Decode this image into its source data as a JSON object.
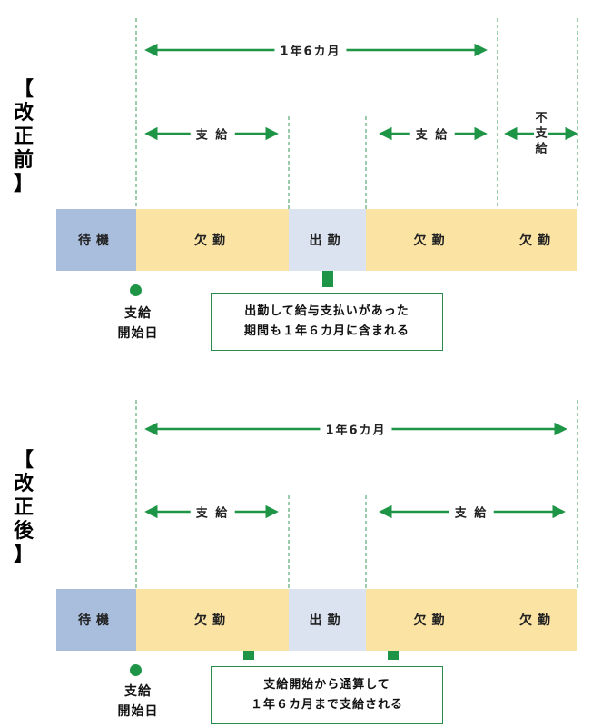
{
  "colors": {
    "green": "#1e9546",
    "taiki": "#a9bedd",
    "kekkin": "#fbe3a3",
    "shukkin": "#dbe3f1"
  },
  "before": {
    "label": [
      "【",
      "改",
      "正",
      "前",
      "】"
    ],
    "period_label": "1年6カ月",
    "pay_label_1": "支 給",
    "pay_label_2": "支 給",
    "nopay_label": [
      "不",
      "支",
      "給"
    ],
    "bars": {
      "taiki": "待機",
      "kekkin1": "欠勤",
      "shukkin": "出勤",
      "kekkin2": "欠勤",
      "kekkin3": "欠勤"
    },
    "start_label": [
      "支給",
      "開始日"
    ],
    "note": [
      "出勤して給与支払いがあった",
      "期間も１年６カ月に含まれる"
    ]
  },
  "after": {
    "label": [
      "【",
      "改",
      "正",
      "後",
      "】"
    ],
    "period_label": "1年6カ月",
    "pay_label_1": "支 給",
    "pay_label_2": "支 給",
    "bars": {
      "taiki": "待機",
      "kekkin1": "欠勤",
      "shukkin": "出勤",
      "kekkin2": "欠勤",
      "kekkin3": "欠勤"
    },
    "start_label": [
      "支給",
      "開始日"
    ],
    "note": [
      "支給開始から通算して",
      "１年６カ月まで支給される"
    ]
  }
}
